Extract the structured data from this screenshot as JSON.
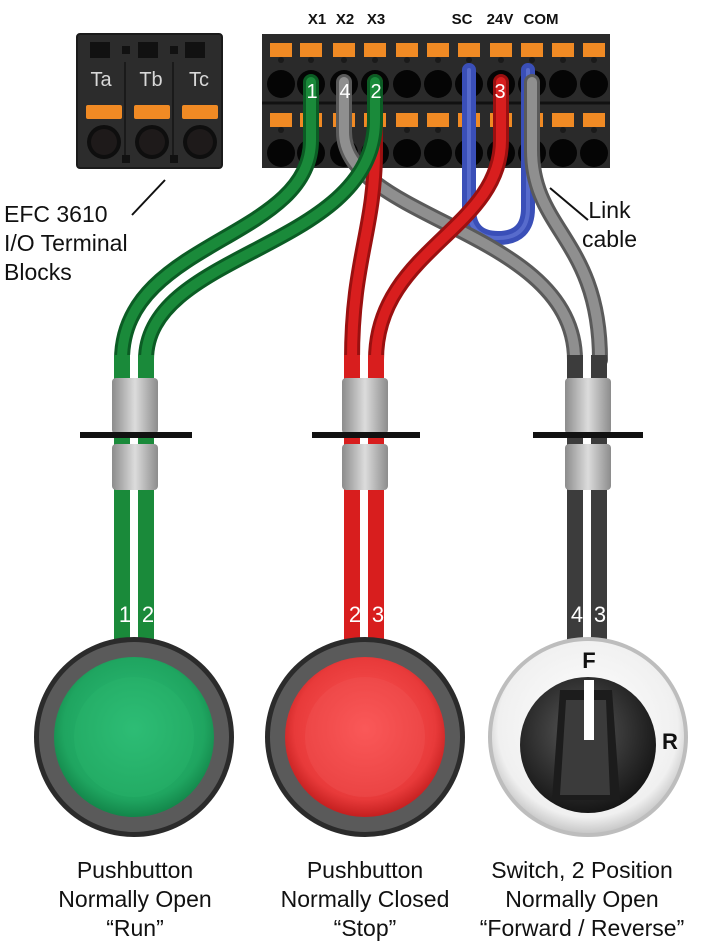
{
  "terminal_header": {
    "x1": "X1",
    "x2": "X2",
    "x3": "X3",
    "sc": "SC",
    "v24": "24V",
    "com": "COM"
  },
  "relay_terminals": [
    "Ta",
    "Tb",
    "Tc"
  ],
  "left_label": {
    "line1": "EFC 3610",
    "line2": "I/O Terminal",
    "line3": "Blocks"
  },
  "link_label": {
    "line1": "Link",
    "line2": "cable"
  },
  "wire_numbers_top": {
    "x1": "1",
    "x2": "4",
    "x3": "2",
    "v24": "3"
  },
  "devices": [
    {
      "wire_a": "1",
      "wire_b": "2",
      "caption": [
        "Pushbutton",
        "Normally Open",
        "“Run”"
      ]
    },
    {
      "wire_a": "2",
      "wire_b": "3",
      "caption": [
        "Pushbutton",
        "Normally Closed",
        "“Stop”"
      ]
    },
    {
      "wire_a": "4",
      "wire_b": "3",
      "caption": [
        "Switch, 2 Position",
        "Normally Open",
        "“Forward / Reverse”"
      ],
      "pos_f": "F",
      "pos_r": "R"
    }
  ],
  "colors": {
    "green_wire": "#1a8a3a",
    "red_wire": "#d81e1e",
    "grey_wire": "#7a7a7a",
    "blue_link": "#3a4fb8",
    "terminal_orange": "#f08a24",
    "terminal_body": "#2a2a2a"
  }
}
